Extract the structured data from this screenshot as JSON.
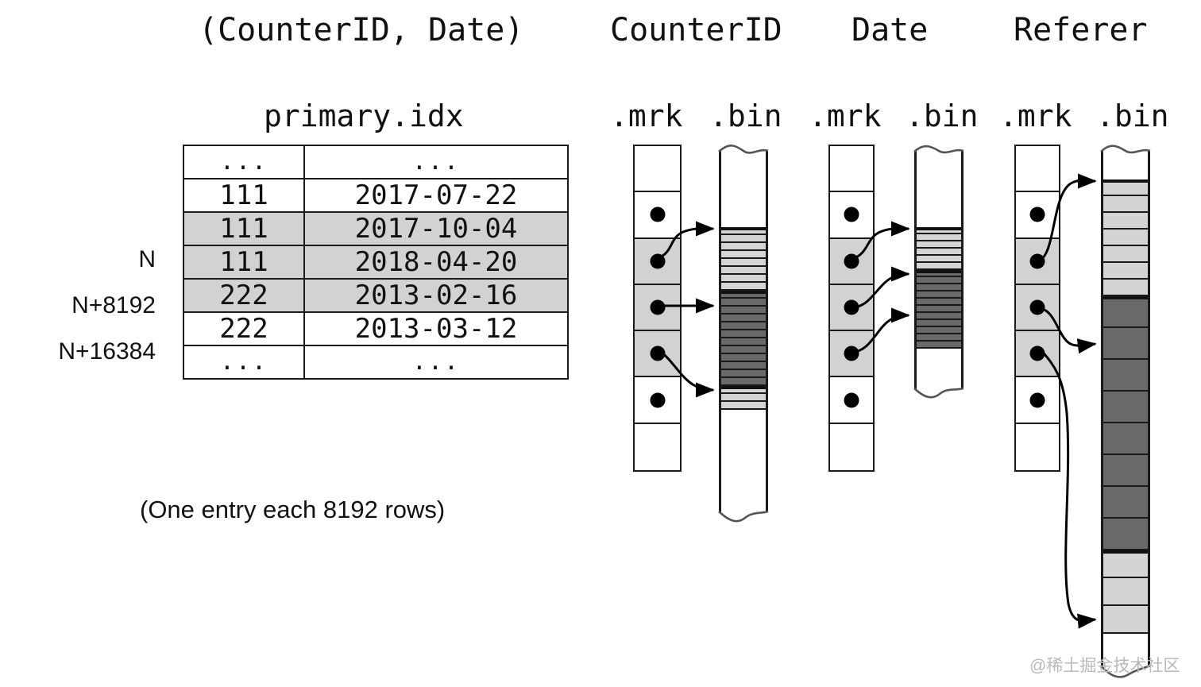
{
  "headers": {
    "primary_key": "(CounterID, Date)",
    "col_counterid": "CounterID",
    "col_date": "Date",
    "col_referer": "Referer",
    "primary_file": "primary.idx",
    "mrk_label": ".mrk",
    "bin_label": ".bin"
  },
  "row_labels": {
    "n": "N",
    "n_8192": "N+8192",
    "n_16384": "N+16384"
  },
  "table": {
    "columns": [
      "CounterID",
      "Date"
    ],
    "rows": [
      {
        "counterid": "...",
        "date": "...",
        "highlight": false,
        "ellipsis": true
      },
      {
        "counterid": "111",
        "date": "2017-07-22",
        "highlight": false,
        "ellipsis": false
      },
      {
        "counterid": "111",
        "date": "2017-10-04",
        "highlight": true,
        "ellipsis": false
      },
      {
        "counterid": "111",
        "date": "2018-04-20",
        "highlight": true,
        "ellipsis": false
      },
      {
        "counterid": "222",
        "date": "2013-02-16",
        "highlight": true,
        "ellipsis": false
      },
      {
        "counterid": "222",
        "date": "2013-03-12",
        "highlight": false,
        "ellipsis": false
      },
      {
        "counterid": "...",
        "date": "...",
        "highlight": false,
        "ellipsis": true
      }
    ]
  },
  "caption": "(One entry each 8192 rows)",
  "watermark": "@稀土掘金技术社区",
  "colors": {
    "stroke": "#1a1a1a",
    "row_highlight": "#d2d2d2",
    "stripe_light": "#d4d4d4",
    "stripe_dark": "#696969",
    "background": "#ffffff"
  },
  "columns": [
    {
      "name": "CounterID",
      "mrk_cells": [
        {
          "dot": false,
          "highlight": false
        },
        {
          "dot": true,
          "highlight": false
        },
        {
          "dot": true,
          "highlight": true
        },
        {
          "dot": true,
          "highlight": true
        },
        {
          "dot": true,
          "highlight": true
        },
        {
          "dot": true,
          "highlight": false
        },
        {
          "dot": false,
          "highlight": false
        }
      ],
      "granule_count": 23
    },
    {
      "name": "Date",
      "mrk_cells": [
        {
          "dot": false,
          "highlight": false
        },
        {
          "dot": true,
          "highlight": false
        },
        {
          "dot": true,
          "highlight": true
        },
        {
          "dot": true,
          "highlight": true
        },
        {
          "dot": true,
          "highlight": true
        },
        {
          "dot": true,
          "highlight": false
        },
        {
          "dot": false,
          "highlight": false
        }
      ],
      "granule_count": 17
    },
    {
      "name": "Referer",
      "mrk_cells": [
        {
          "dot": false,
          "highlight": false
        },
        {
          "dot": true,
          "highlight": false
        },
        {
          "dot": true,
          "highlight": true
        },
        {
          "dot": true,
          "highlight": true
        },
        {
          "dot": true,
          "highlight": true
        },
        {
          "dot": true,
          "highlight": false
        },
        {
          "dot": false,
          "highlight": false
        }
      ],
      "granule_count": 18
    }
  ]
}
